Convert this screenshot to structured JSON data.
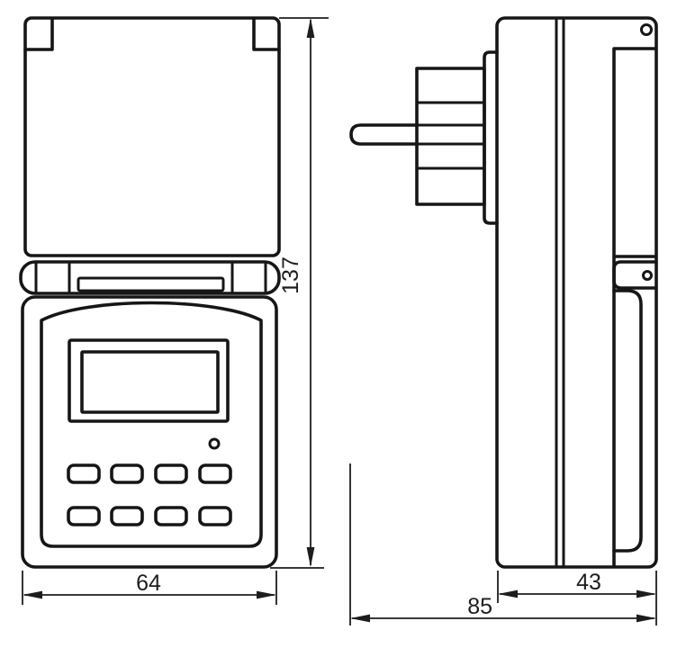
{
  "colors": {
    "background": "#ffffff",
    "object_line": "#161616",
    "dimension_line": "#1d1d1d"
  },
  "dimensions": {
    "overall_height": {
      "label": "137"
    },
    "overall_width": {
      "label": "64"
    },
    "body_depth": {
      "label": "43"
    },
    "overall_depth": {
      "label": "85"
    }
  }
}
